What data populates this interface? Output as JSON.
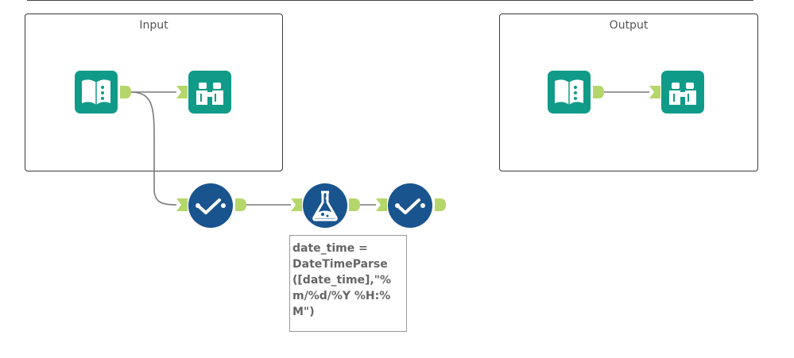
{
  "containers": {
    "input": {
      "title": "Input"
    },
    "output": {
      "title": "Output"
    }
  },
  "tools": [
    {
      "name": "input-data-tool",
      "icon": "book-icon",
      "color": "#109b89"
    },
    {
      "name": "browse-tool",
      "icon": "binoculars-icon",
      "color": "#109b89"
    },
    {
      "name": "select-tool",
      "icon": "checkmark-icon",
      "color": "#19548e"
    },
    {
      "name": "formula-tool",
      "icon": "flask-icon",
      "color": "#19548e"
    },
    {
      "name": "select-tool",
      "icon": "checkmark-icon",
      "color": "#19548e"
    }
  ],
  "annotation": {
    "text": "date_time =\nDateTimeParse\n([date_time],\"%\nm/%d/%Y %H:%\nM\")"
  },
  "colors": {
    "anchor": "#b5d66a",
    "wire": "#7a7a7a"
  }
}
